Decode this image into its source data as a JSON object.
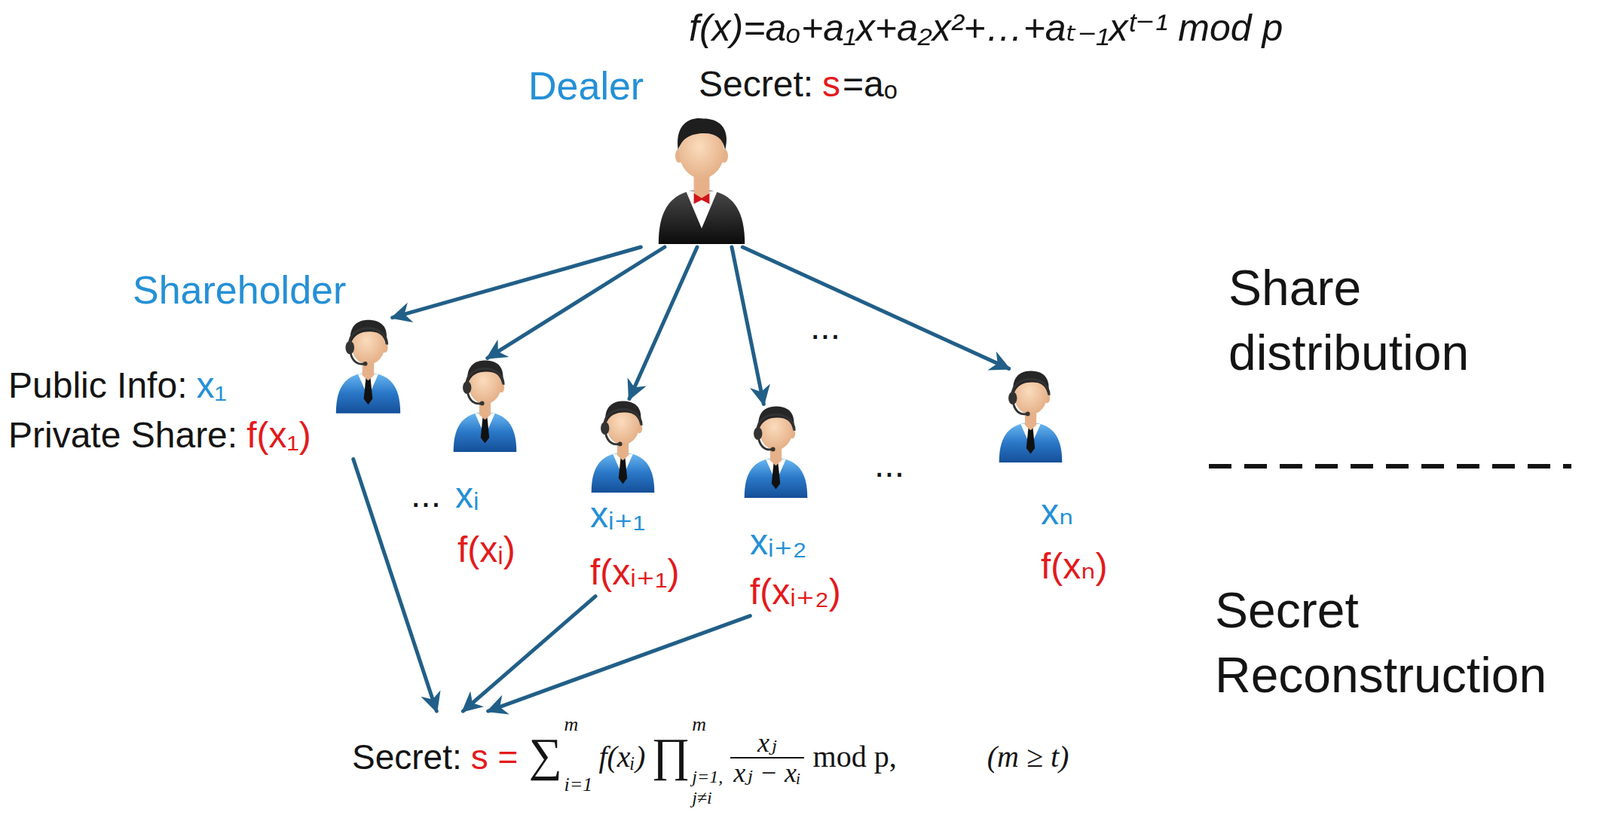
{
  "diagram": {
    "nodes": [
      {
        "text": [
          "Dealer"
        ]
      },
      {
        "text": [
          "Public Info:",
          "x₁",
          "Private Share:",
          "f(x₁)"
        ]
      },
      {
        "text": [
          "xᵢ",
          "f(xᵢ)"
        ]
      },
      {
        "text": [
          "xᵢ₊₁",
          "f(xᵢ₊₁)"
        ]
      },
      {
        "text": [
          "xᵢ₊₂",
          "f(xᵢ₊₂)"
        ]
      },
      {
        "text": [
          "xₙ",
          "f(xₙ)"
        ]
      },
      {
        "text": [
          "Secret:",
          "s =",
          "∑",
          "m",
          "i=1",
          "f(xᵢ)",
          "∏",
          "m",
          "j=1,",
          "j≠i",
          "xⱼ",
          "xⱼ − xᵢ",
          "mod p,",
          "(m ≥ t)"
        ]
      }
    ],
    "edges": [
      {
        "from": 0,
        "to": 1,
        "arrow": "to"
      },
      {
        "from": 0,
        "to": 2,
        "arrow": "to"
      },
      {
        "from": 0,
        "to": 3,
        "arrow": "to"
      },
      {
        "from": 0,
        "to": 4,
        "arrow": "to"
      },
      {
        "from": 0,
        "to": 5,
        "arrow": "to"
      },
      {
        "from": 1,
        "to": 6,
        "arrow": "to"
      },
      {
        "from": 3,
        "to": 6,
        "arrow": "to"
      },
      {
        "from": 4,
        "to": 6,
        "arrow": "to"
      }
    ],
    "labels": [
      "f(x)=aₒ+a₁x+a₂x²+…+aₜ₋₁xᵗ⁻¹ mod p",
      "Secret:",
      "s",
      "=aₒ",
      "Shareholder",
      "...",
      "...",
      "...",
      "Share distribution",
      "Secret Reconstruction"
    ]
  }
}
